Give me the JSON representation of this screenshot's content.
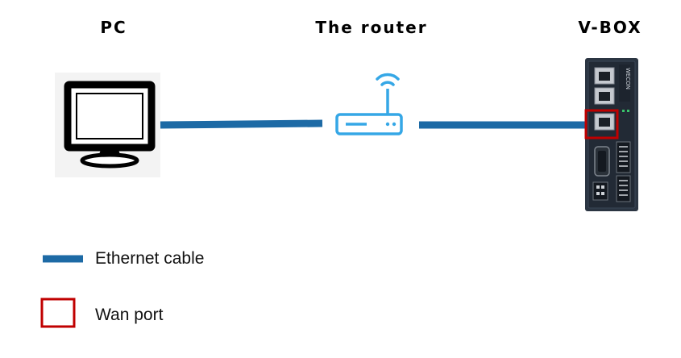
{
  "nodes": {
    "pc": "PC",
    "router": "The router",
    "vbox": "V-BOX"
  },
  "device": {
    "brand": "WECON"
  },
  "legend": {
    "ethernet_cable": "Ethernet cable",
    "wan_port": "Wan port"
  },
  "colors": {
    "cable": "#1d6aa5",
    "wan_highlight": "#c00000",
    "router_icon": "#35a7e6",
    "vbox_body": "#2b3542"
  },
  "icons": {
    "pc": "monitor-icon",
    "router": "wifi-router-icon",
    "vbox": "vbox-device-icon"
  }
}
